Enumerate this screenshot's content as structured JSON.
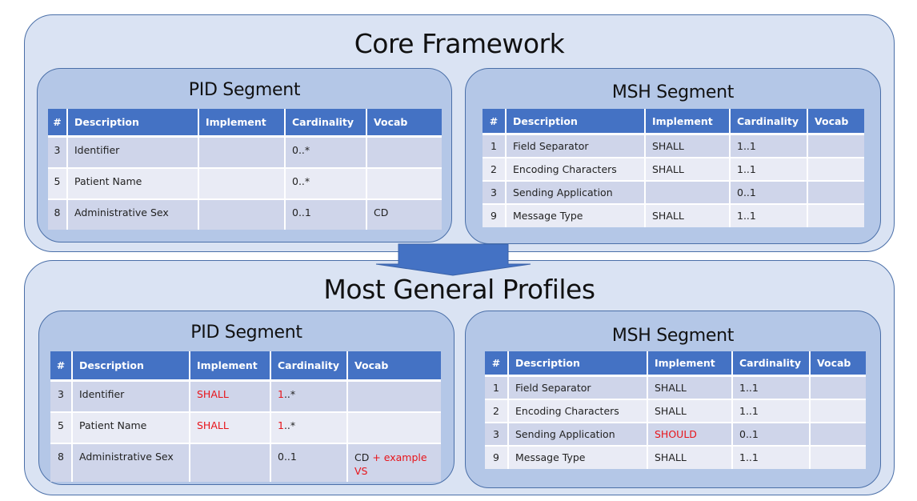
{
  "colors": {
    "outer_fill": "#dae3f3",
    "segment_fill": "#b4c7e7",
    "header_fill": "#4472c4",
    "row_odd": "#cfd5ea",
    "row_even": "#e9ebf5",
    "highlight_red": "#e8141a",
    "arrow_fill": "#4472c4"
  },
  "core": {
    "title": "Core Framework",
    "pid": {
      "title": "PID Segment",
      "headers": [
        "#",
        "Description",
        "Implement",
        "Cardinality",
        "Vocab"
      ],
      "rows": [
        {
          "num": "3",
          "desc": "Identifier",
          "impl": "",
          "card_a": "0",
          "card_b": "..*",
          "vocab": "",
          "vocab_red": ""
        },
        {
          "num": "5",
          "desc": "Patient Name",
          "impl": "",
          "card_a": "0",
          "card_b": "..*",
          "vocab": "",
          "vocab_red": ""
        },
        {
          "num": "8",
          "desc": "Administrative Sex",
          "impl": "",
          "card_a": "0",
          "card_b": "..1",
          "vocab": "CD",
          "vocab_red": ""
        }
      ]
    },
    "msh": {
      "title": "MSH Segment",
      "headers": [
        "#",
        "Description",
        "Implement",
        "Cardinality",
        "Vocab"
      ],
      "rows": [
        {
          "num": "1",
          "desc": "Field Separator",
          "impl": "SHALL",
          "card": "1..1",
          "vocab": ""
        },
        {
          "num": "2",
          "desc": "Encoding Characters",
          "impl": "SHALL",
          "card": "1..1",
          "vocab": ""
        },
        {
          "num": "3",
          "desc": "Sending Application",
          "impl": "",
          "card": "0..1",
          "vocab": ""
        },
        {
          "num": "9",
          "desc": "Message Type",
          "impl": "SHALL",
          "card": "1..1",
          "vocab": ""
        }
      ]
    }
  },
  "general": {
    "title": "Most General Profiles",
    "pid": {
      "title": "PID Segment",
      "headers": [
        "#",
        "Description",
        "Implement",
        "Cardinality",
        "Vocab"
      ],
      "rows": [
        {
          "num": "3",
          "desc": "Identifier",
          "impl": "SHALL",
          "card_a": "1",
          "card_b": "..*",
          "vocab": "",
          "vocab_red": ""
        },
        {
          "num": "5",
          "desc": "Patient Name",
          "impl": "SHALL",
          "card_a": "1",
          "card_b": "..*",
          "vocab": "",
          "vocab_red": ""
        },
        {
          "num": "8",
          "desc": "Administrative Sex",
          "impl": "",
          "card_a": "0",
          "card_b": "..1",
          "vocab": "CD",
          "vocab_red": " + example VS"
        }
      ]
    },
    "msh": {
      "title": "MSH Segment",
      "headers": [
        "#",
        "Description",
        "Implement",
        "Cardinality",
        "Vocab"
      ],
      "rows": [
        {
          "num": "1",
          "desc": "Field Separator",
          "impl": "SHALL",
          "card": "1..1",
          "vocab": ""
        },
        {
          "num": "2",
          "desc": "Encoding Characters",
          "impl": "SHALL",
          "card": "1..1",
          "vocab": ""
        },
        {
          "num": "3",
          "desc": "Sending Application",
          "impl": "SHOULD",
          "card": "0..1",
          "vocab": ""
        },
        {
          "num": "9",
          "desc": "Message Type",
          "impl": "SHALL",
          "card": "1..1",
          "vocab": ""
        }
      ]
    }
  }
}
